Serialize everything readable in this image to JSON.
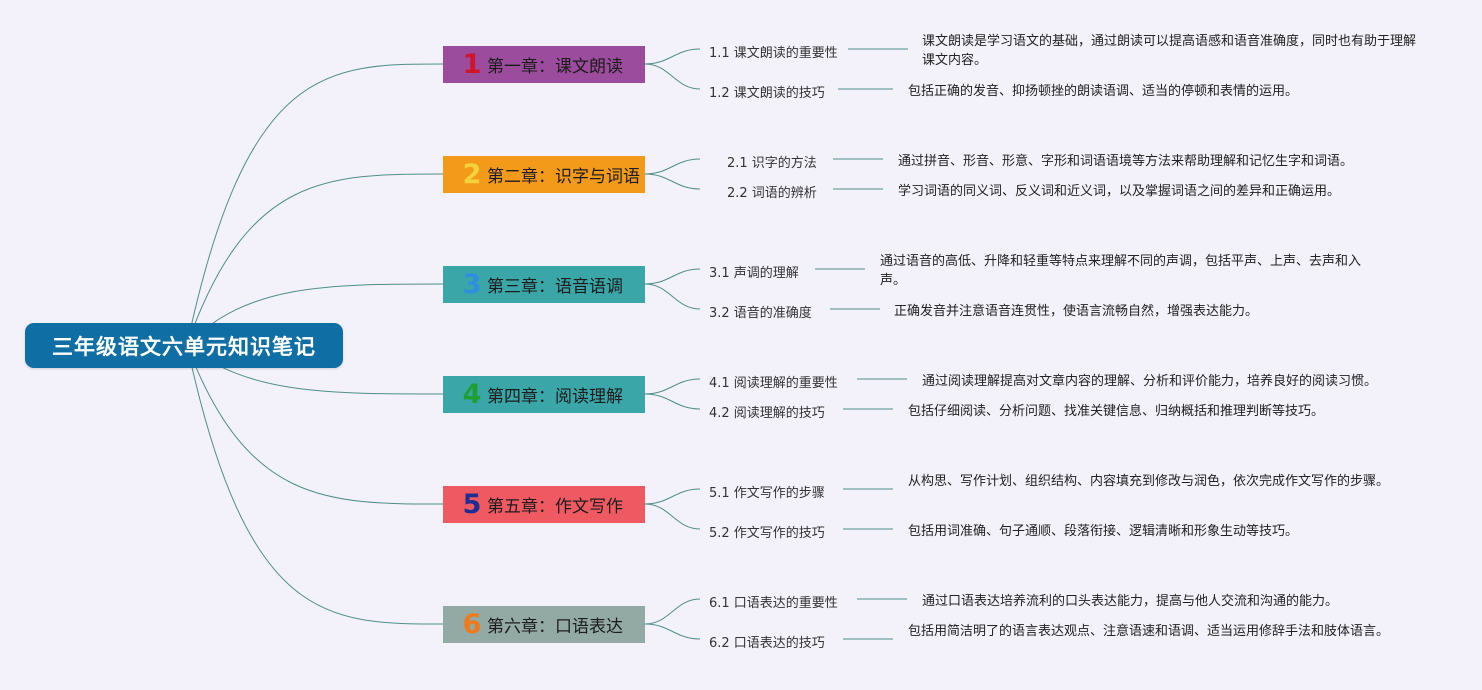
{
  "root": {
    "title": "三年级语文六单元知识笔记",
    "color": "#0f6ea3"
  },
  "line_color": "#4f8f8a",
  "chapters": [
    {
      "num": "1",
      "num_color": "#d2142a",
      "box_color": "#9b4c9d",
      "title": "第一章：课文朗读",
      "topics": [
        {
          "label": "1.1 课文朗读的重要性",
          "note": "课文朗读是学习语文的基础，通过朗读可以提高语感和语音准确度，同时也有助于理解课文内容。"
        },
        {
          "label": "1.2 课文朗读的技巧",
          "note": "包括正确的发音、抑扬顿挫的朗读语调、适当的停顿和表情的运用。"
        }
      ]
    },
    {
      "num": "2",
      "num_color": "#f4d23c",
      "box_color": "#f39a1b",
      "title": "第二章：识字与词语",
      "topics": [
        {
          "label": "2.1 识字的方法",
          "note": "通过拼音、形音、形意、字形和词语语境等方法来帮助理解和记忆生字和词语。"
        },
        {
          "label": "2.2 词语的辨析",
          "note": "学习词语的同义词、反义词和近义词，以及掌握词语之间的差异和正确运用。"
        }
      ]
    },
    {
      "num": "3",
      "num_color": "#2f8fde",
      "box_color": "#3aa6a8",
      "title": "第三章：语音语调",
      "topics": [
        {
          "label": "3.1 声调的理解",
          "note": "通过语音的高低、升降和轻重等特点来理解不同的声调，包括平声、上声、去声和入声。"
        },
        {
          "label": "3.2 语音的准确度",
          "note": "正确发音并注意语音连贯性，使语言流畅自然，增强表达能力。"
        }
      ]
    },
    {
      "num": "4",
      "num_color": "#1f9e34",
      "box_color": "#3aa6a8",
      "title": "第四章：阅读理解",
      "topics": [
        {
          "label": "4.1 阅读理解的重要性",
          "note": "通过阅读理解提高对文章内容的理解、分析和评价能力，培养良好的阅读习惯。"
        },
        {
          "label": "4.2 阅读理解的技巧",
          "note": "包括仔细阅读、分析问题、找准关键信息、归纳概括和推理判断等技巧。"
        }
      ]
    },
    {
      "num": "5",
      "num_color": "#1e2d8f",
      "box_color": "#ef5a62",
      "title": "第五章：作文写作",
      "topics": [
        {
          "label": "5.1 作文写作的步骤",
          "note": "从构思、写作计划、组织结构、内容填充到修改与润色，依次完成作文写作的步骤。"
        },
        {
          "label": "5.2 作文写作的技巧",
          "note": "包括用词准确、句子通顺、段落衔接、逻辑清晰和形象生动等技巧。"
        }
      ]
    },
    {
      "num": "6",
      "num_color": "#f07a1a",
      "box_color": "#93a9a3",
      "title": "第六章：口语表达",
      "topics": [
        {
          "label": "6.1 口语表达的重要性",
          "note": "通过口语表达培养流利的口头表达能力，提高与他人交流和沟通的能力。"
        },
        {
          "label": "6.2 口语表达的技巧",
          "note": "包括用简洁明了的语言表达观点、注意语速和语调、适当运用修辞手法和肢体语言。"
        }
      ]
    }
  ]
}
